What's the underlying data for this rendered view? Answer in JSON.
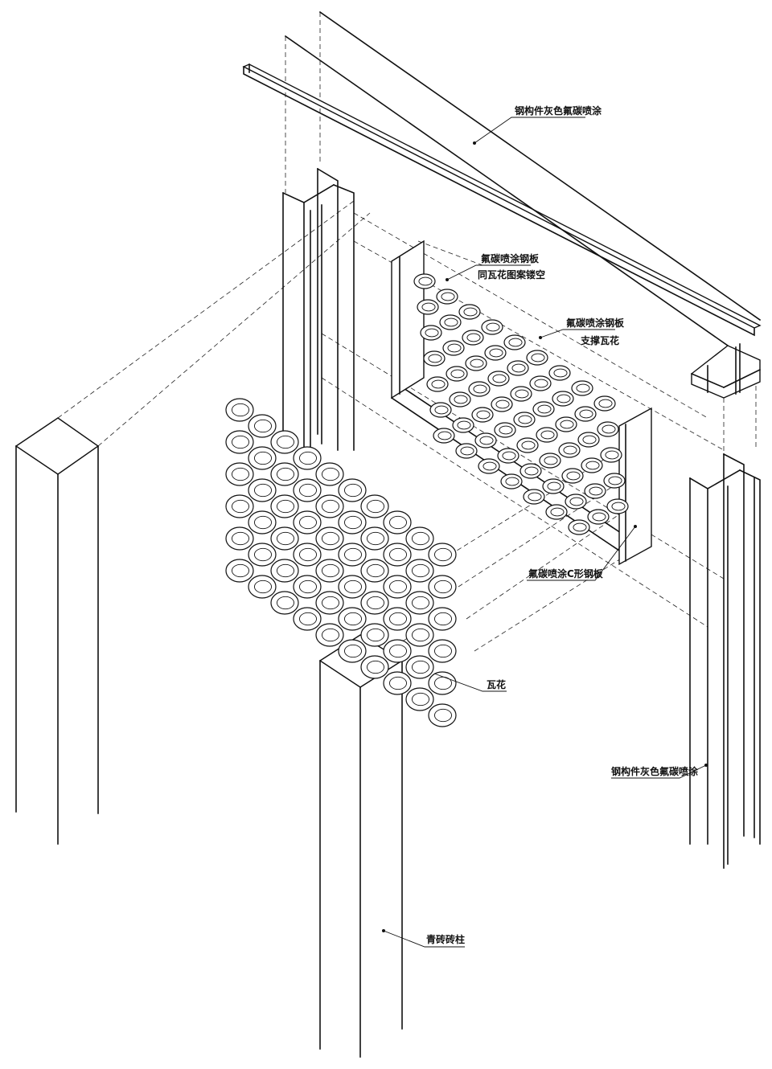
{
  "labels": {
    "top_beam": "钢构件灰色氟碳喷涂",
    "perforated_plate_line1": "氟碳喷涂钢板",
    "perforated_plate_line2": "同瓦花图案镂空",
    "support_plate_line1": "氟碳喷涂钢板",
    "support_plate_line2": "支撑瓦花",
    "c_channel": "氟碳喷涂C形钢板",
    "tile_pattern": "瓦花",
    "right_column": "钢构件灰色氟碳喷涂",
    "brick_pillar": "青砖砖柱"
  },
  "colors": {
    "line": "#111111",
    "background": "#ffffff"
  }
}
